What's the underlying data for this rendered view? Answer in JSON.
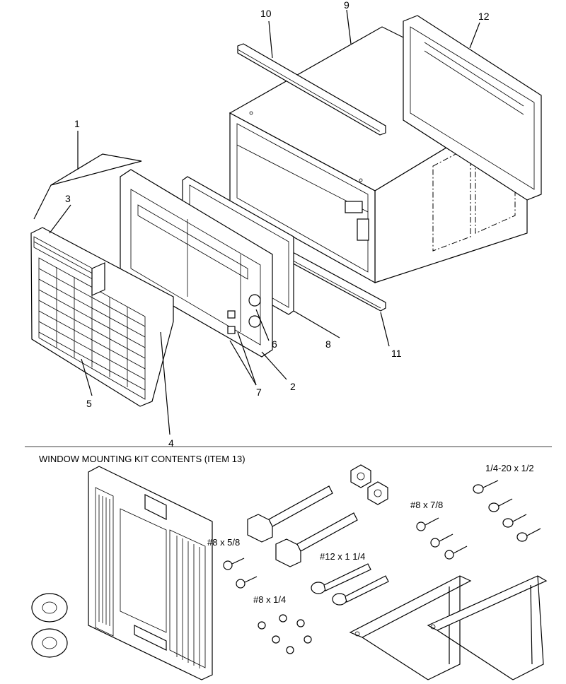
{
  "callouts": [
    "1",
    "2",
    "3",
    "4",
    "5",
    "6",
    "7",
    "8",
    "9",
    "10",
    "11",
    "12"
  ],
  "kit": {
    "heading": "WINDOW MOUNTING KIT CONTENTS (ITEM 13)",
    "screws": {
      "s_8x58": "#8 x 5/8",
      "s_8x14": "#8 x 1/4",
      "s_12x114": "#12 x 1 1/4",
      "s_8x78": "#8 x 7/8",
      "s_1420": "1/4-20 x 1/2"
    }
  }
}
